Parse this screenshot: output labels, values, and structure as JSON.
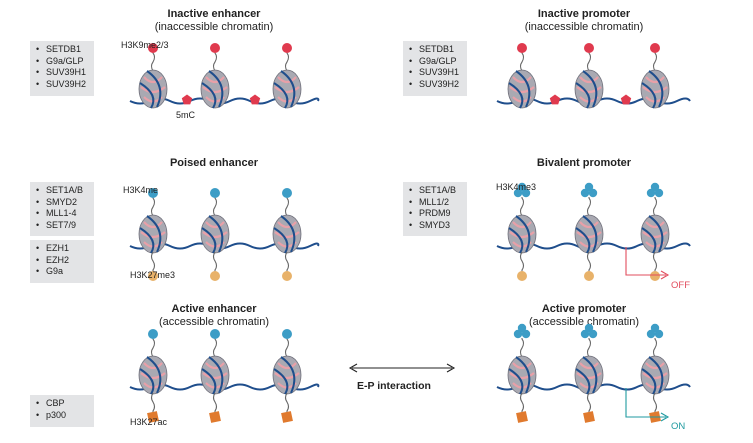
{
  "sections": {
    "inactive_enhancer": {
      "title": "Inactive enhancer",
      "subtitle": "(inaccessible chromatin)"
    },
    "inactive_promoter": {
      "title": "Inactive promoter",
      "subtitle": "(inaccessible chromatin)"
    },
    "poised_enhancer": {
      "title": "Poised enhancer"
    },
    "bivalent_promoter": {
      "title": "Bivalent promoter"
    },
    "active_enhancer": {
      "title": "Active enhancer",
      "subtitle": "(accessible chromatin)"
    },
    "active_promoter": {
      "title": "Active promoter",
      "subtitle": "(accessible chromatin)"
    }
  },
  "boxes": {
    "inactive_enhancer_writers": [
      "SETDB1",
      "G9a/GLP",
      "SUV39H1",
      "SUV39H2"
    ],
    "inactive_promoter_writers": [
      "SETDB1",
      "G9a/GLP",
      "SUV39H1",
      "SUV39H2"
    ],
    "poised_h3k4me_writers": [
      "SET1A/B",
      "SMYD2",
      "MLL1-4",
      "SET7/9"
    ],
    "poised_h3k27me3_writers": [
      "EZH1",
      "EZH2",
      "G9a"
    ],
    "bivalent_writers": [
      "SET1A/B",
      "MLL1/2",
      "PRDM9",
      "SMYD3"
    ],
    "active_enhancer_writers": [
      "CBP",
      "p300"
    ]
  },
  "labels": {
    "h3k9me23": "H3K9me2/3",
    "mc5": "5mC",
    "h3k4me": "H3K4me",
    "h3k27me3": "H3K27me3",
    "h3k4me3": "H3K4me3",
    "h3k27ac": "H3K27ac",
    "off": "OFF",
    "on": "ON",
    "ep_interaction": "E-P interaction"
  },
  "colors": {
    "dna": "#1f4e8c",
    "histone": "#a9a9b2",
    "histone_stripe": "#e8a0a8",
    "h3k9_mark": "#e03a4e",
    "h3k4_mark": "#3d9dc6",
    "h3k27me3_mark": "#e8b26a",
    "h3k27ac_mark": "#e07a2e",
    "off_arrow": "#e24d5e",
    "on_arrow": "#1f9aa0"
  }
}
